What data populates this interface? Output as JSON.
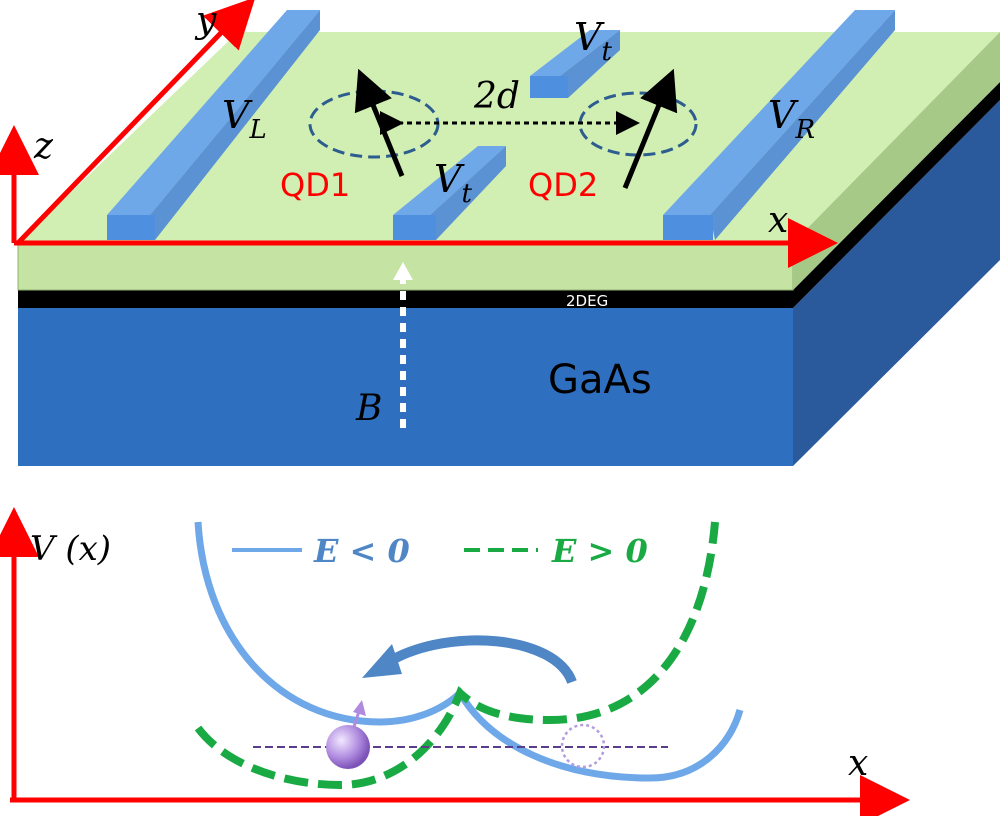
{
  "device": {
    "axis_y": "y",
    "axis_z": "z",
    "axis_x": "x",
    "gate_left": {
      "base": "V",
      "sub": "L"
    },
    "gate_right": {
      "base": "V",
      "sub": "R"
    },
    "gate_top": {
      "base": "V",
      "sub": "t"
    },
    "gate_bottom": {
      "base": "V",
      "sub": "t"
    },
    "separation": "2d",
    "dot1": "QD1",
    "dot2": "QD2",
    "layer_2deg": "2DEG",
    "substrate": "GaAs",
    "field": "B"
  },
  "potential": {
    "ylabel": "V (x)",
    "xlabel": "x",
    "legend_solid": "E < 0",
    "legend_dashed": "E > 0"
  },
  "colors": {
    "axis": "#ff0000",
    "label_red": "#ff0000",
    "green_top": "#d1eeb3",
    "green_front": "#c5e3a3",
    "green_side": "#a7c988",
    "blue_front": "#2f6fbf",
    "blue_side": "#2a5a9c",
    "gate": "#6fa8e8",
    "curve_solid": "#6fa8e8",
    "curve_dashed": "#1aaa44",
    "legend_solid_text": "#4f86c6",
    "legend_dashed_text": "#1aaa44"
  }
}
